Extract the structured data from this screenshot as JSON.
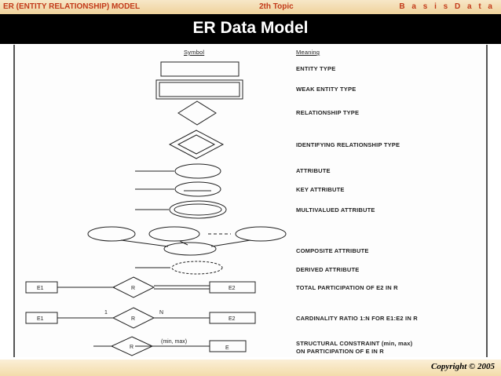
{
  "header": {
    "left": "ER (ENTITY RELATIONSHIP) MODEL",
    "center": "2th Topic",
    "right": "B a s i s D a t a"
  },
  "slide": {
    "title": "ER Data Model"
  },
  "table": {
    "symbol_header": "Symbol",
    "meaning_header": "Meaning"
  },
  "rows": [
    {
      "meaning": "ENTITY TYPE"
    },
    {
      "meaning": "WEAK ENTITY TYPE"
    },
    {
      "meaning": "RELATIONSHIP TYPE"
    },
    {
      "meaning": "IDENTIFYING RELATIONSHIP TYPE"
    },
    {
      "meaning": "ATTRIBUTE"
    },
    {
      "meaning": "KEY ATTRIBUTE"
    },
    {
      "meaning": "MULTIVALUED ATTRIBUTE"
    },
    {
      "meaning": "COMPOSITE ATTRIBUTE"
    },
    {
      "meaning": "DERIVED ATTRIBUTE"
    },
    {
      "meaning": "TOTAL PARTICIPATION OF E2 IN R"
    },
    {
      "meaning": "CARDINALITY RATIO 1:N FOR E1:E2 IN R"
    },
    {
      "meaning": "STRUCTURAL CONSTRAINT (min, max)",
      "meaning_line2": "ON PARTICIPATION OF E IN R"
    }
  ],
  "symbol_labels": {
    "e1": "E1",
    "e2": "E2",
    "e": "E",
    "r": "R",
    "one": "1",
    "n": "N",
    "minmax": "(min, max)"
  },
  "footer": {
    "copyright": "Copyright © 2005"
  }
}
